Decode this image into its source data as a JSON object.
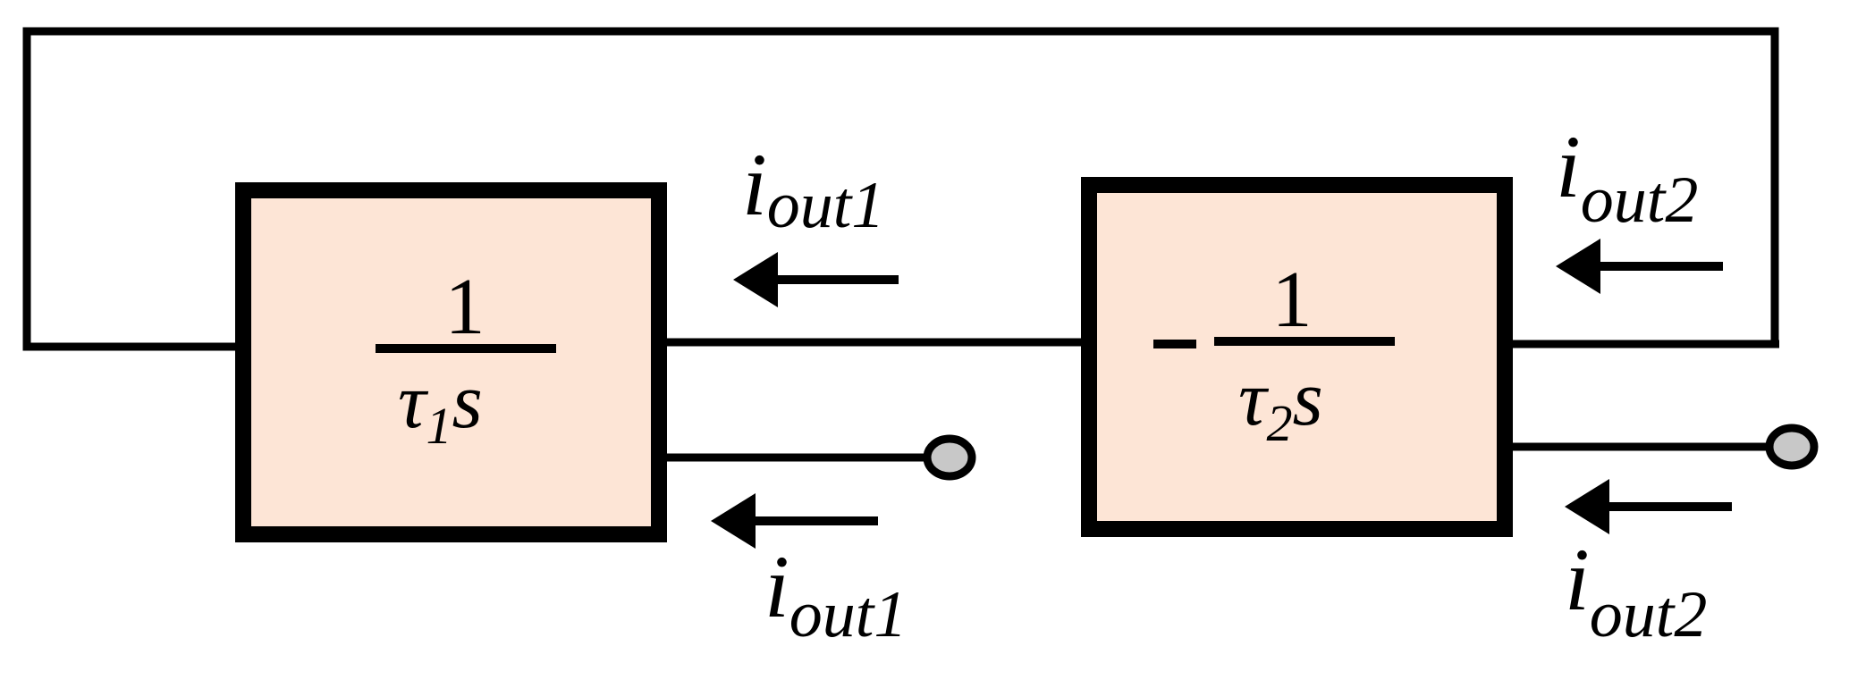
{
  "colors": {
    "line": "#000000",
    "block_fill": "#fde5d6",
    "terminal_fill": "#c8c8c8",
    "background": "#ffffff"
  },
  "block1": {
    "numerator": "1",
    "denominator_tau": "τ",
    "denominator_sub": "1",
    "denominator_s": "s"
  },
  "block2": {
    "sign": "−",
    "numerator": "1",
    "denominator_tau": "τ",
    "denominator_sub": "2",
    "denominator_s": "s"
  },
  "labels": {
    "out1_top": {
      "main": "i",
      "sub": "out1"
    },
    "out1_bottom": {
      "main": "i",
      "sub": "out1"
    },
    "out2_top": {
      "main": "i",
      "sub": "out2"
    },
    "out2_bottom": {
      "main": "i",
      "sub": "out2"
    }
  }
}
